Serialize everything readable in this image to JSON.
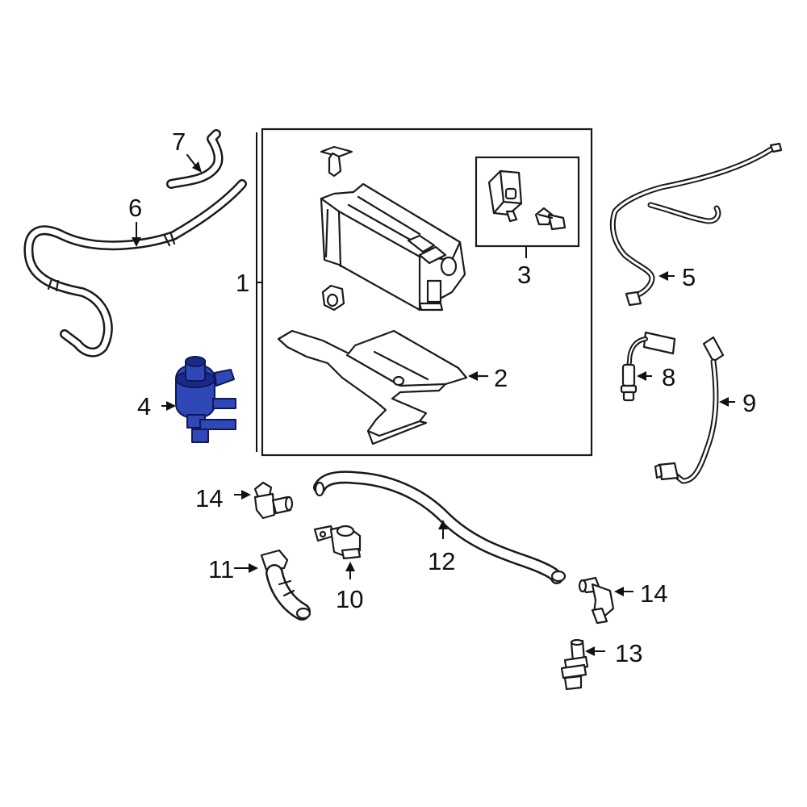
{
  "diagram": {
    "highlight_color": "#2f48b8",
    "line_color": "#1a1a1a",
    "callouts": {
      "c1": "1",
      "c2": "2",
      "c3": "3",
      "c4": "4",
      "c5": "5",
      "c6": "6",
      "c7": "7",
      "c8": "8",
      "c9": "9",
      "c10": "10",
      "c11": "11",
      "c12": "12",
      "c13": "13",
      "c14a": "14",
      "c14b": "14"
    },
    "highlighted_part": "4"
  }
}
